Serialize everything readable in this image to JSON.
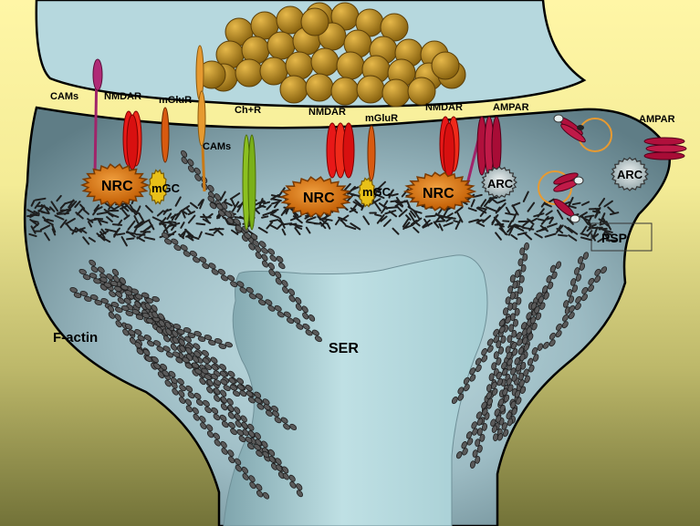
{
  "colors": {
    "background_top": "#fff6a6",
    "background_bottom": "#7a7a3a",
    "presynaptic": "#b7d9e0",
    "postsynaptic_light": "#b9dbe0",
    "postsynaptic_dark": "#6f8f98",
    "ser": "#a9d2d8",
    "vesicle": "#c8961e",
    "nrc": "#e07a10",
    "nmdar": "#e81818",
    "mglur": "#d85a10",
    "ampar": "#b0103c",
    "cams_purple": "#a0246a",
    "chr": "#7ab018",
    "mgc": "#e8c018",
    "endosome_ring": "#e89a30",
    "actin": "#444444",
    "psd": "#222222"
  },
  "labels": {
    "cams_left": "CAMs",
    "nmdar_left": "NMDAR",
    "mglur_left": "mGluR",
    "cams_mid": "CAMs",
    "chr": "Ch+R",
    "nmdar_mid": "NMDAR",
    "mglur_mid": "mGluR",
    "nmdar_right": "NMDAR",
    "ampar_mid": "AMPAR",
    "ampar_right": "AMPAR",
    "nrc_left": "NRC",
    "nrc_mid": "NRC",
    "nrc_right": "NRC",
    "mgc_left": "mGC",
    "mgc_mid": "mGC",
    "arc_left": "ARC",
    "arc_right": "ARC",
    "psp": "PSP",
    "factin": "F-actin",
    "ser": "SER"
  },
  "icons": [
    "synaptic-vesicle-icon",
    "nmdar-receptor-icon",
    "ampar-receptor-icon",
    "mglur-receptor-icon",
    "cam-adhesion-icon",
    "scaffold-complex-icon",
    "endosome-icon",
    "actin-filament-icon"
  ]
}
